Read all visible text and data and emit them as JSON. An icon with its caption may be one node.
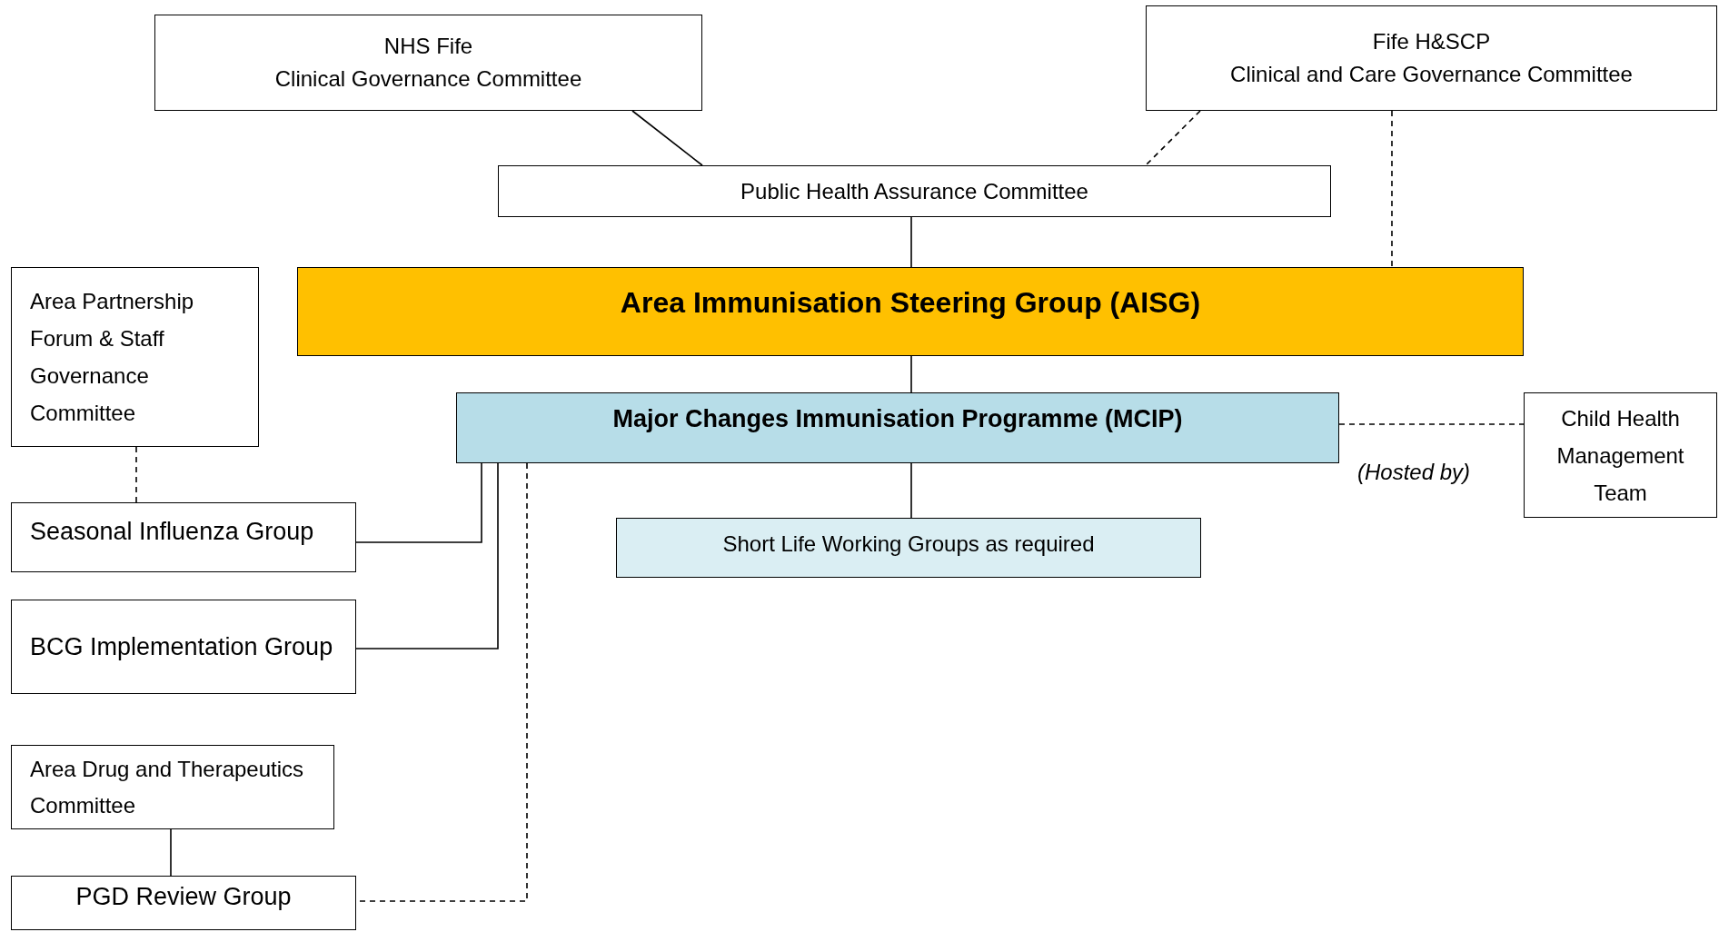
{
  "diagram": {
    "nodes": [
      {
        "text": [
          "NHS Fife",
          "Clinical Governance Committee"
        ]
      },
      {
        "text": [
          "Fife H&SCP",
          "Clinical and Care Governance Committee"
        ]
      },
      {
        "text": [
          "Public Health Assurance Committee"
        ]
      },
      {
        "text": [
          "Area Immunisation Steering Group (AISG)"
        ]
      },
      {
        "text": [
          "Area Partnership Forum & Staff Governance Committee"
        ]
      },
      {
        "text": [
          "Major Changes Immunisation Programme (MCIP)"
        ]
      },
      {
        "text": [
          "Child Health Management Team"
        ]
      },
      {
        "text": [
          "Short Life Working Groups as required"
        ]
      },
      {
        "text": [
          "Seasonal Influenza Group"
        ]
      },
      {
        "text": [
          "BCG Implementation Group"
        ]
      },
      {
        "text": [
          "Area Drug and Therapeutics Committee"
        ]
      },
      {
        "text": [
          "PGD Review Group"
        ]
      }
    ],
    "edges": [
      {
        "from": 0,
        "to": 2,
        "arrow": "none"
      },
      {
        "from": 1,
        "to": 2,
        "arrow": "none",
        "style": "dashed"
      },
      {
        "from": 1,
        "to": 3,
        "arrow": "none",
        "style": "dashed"
      },
      {
        "from": 2,
        "to": 3,
        "arrow": "none"
      },
      {
        "from": 3,
        "to": 5,
        "arrow": "none"
      },
      {
        "from": 5,
        "to": 6,
        "arrow": "none",
        "style": "dashed",
        "label": "(Hosted by)"
      },
      {
        "from": 5,
        "to": 7,
        "arrow": "none"
      },
      {
        "from": 4,
        "to": 8,
        "arrow": "none",
        "style": "dashed"
      },
      {
        "from": 5,
        "to": 8,
        "arrow": "none"
      },
      {
        "from": 5,
        "to": 9,
        "arrow": "none"
      },
      {
        "from": 5,
        "to": 11,
        "arrow": "none",
        "style": "dashed"
      },
      {
        "from": 10,
        "to": 11,
        "arrow": "none"
      }
    ]
  }
}
